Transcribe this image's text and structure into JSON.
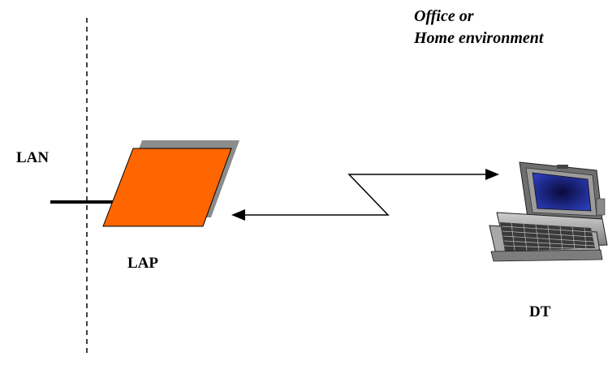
{
  "environment": {
    "line1": "Office or",
    "line2": "Home environment"
  },
  "labels": {
    "lan": "LAN",
    "lap": "LAP",
    "dt": "DT"
  },
  "colors": {
    "lap_fill": "#ff6600",
    "lap_shadow": "#8c8c8c",
    "line": "#000000",
    "screen": "#1c2a8c"
  },
  "icons": {
    "lap": "access-point-parallelogram",
    "dt": "laptop-computer-icon"
  }
}
